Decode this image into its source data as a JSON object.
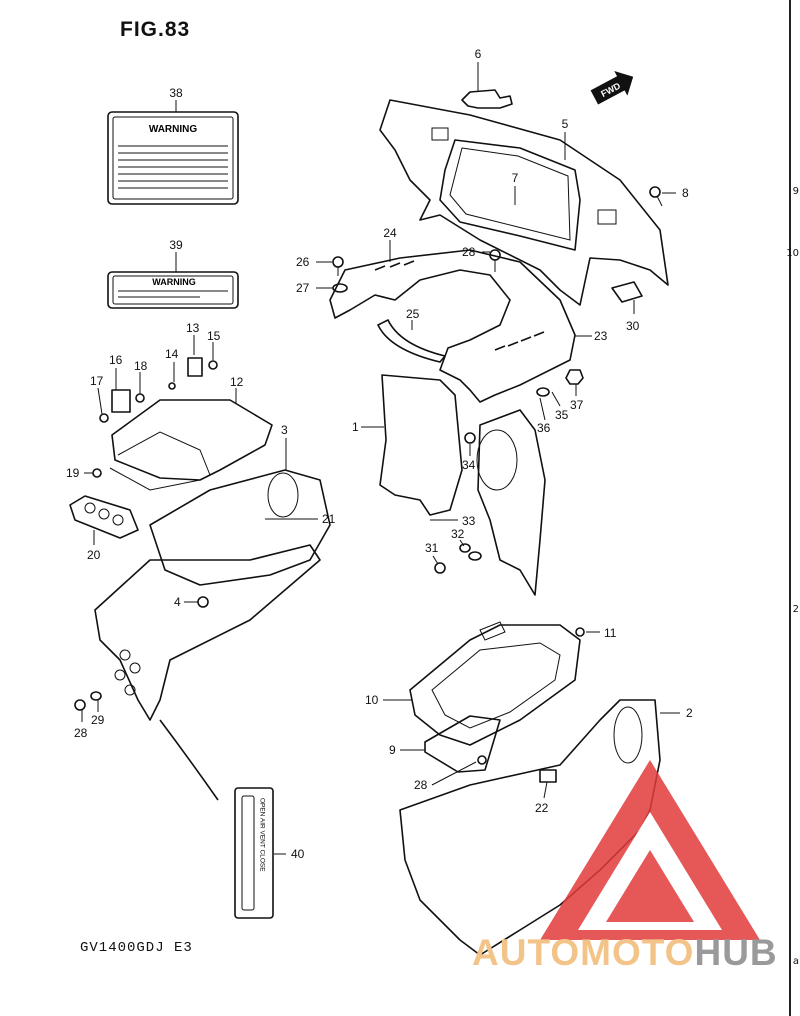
{
  "figure": {
    "title": "FIG.83",
    "model_code": "GV1400GDJ E3"
  },
  "labels": {
    "warning_large": "WARNING",
    "warning_small": "WARNING",
    "fwd_arrow": "FWD",
    "air_vent_text": "OPEN AIR VENT CLOSE"
  },
  "watermark": {
    "text_a": "AUTOMOTO",
    "text_b": "HUB",
    "color_a": "#f3c48a",
    "color_b": "#9a9a9a",
    "logo_color": "#e23b3b"
  },
  "edge_glyphs": [
    "9",
    "10",
    "2",
    "a"
  ],
  "parts": [
    {
      "id": "38",
      "label": "38"
    },
    {
      "id": "39",
      "label": "39"
    },
    {
      "id": "6",
      "label": "6"
    },
    {
      "id": "5",
      "label": "5"
    },
    {
      "id": "7",
      "label": "7"
    },
    {
      "id": "8",
      "label": "8"
    },
    {
      "id": "24",
      "label": "24"
    },
    {
      "id": "28a",
      "label": "28"
    },
    {
      "id": "26",
      "label": "26"
    },
    {
      "id": "27",
      "label": "27"
    },
    {
      "id": "30",
      "label": "30"
    },
    {
      "id": "25",
      "label": "25"
    },
    {
      "id": "23",
      "label": "23"
    },
    {
      "id": "13",
      "label": "13"
    },
    {
      "id": "15",
      "label": "15"
    },
    {
      "id": "16",
      "label": "16"
    },
    {
      "id": "18",
      "label": "18"
    },
    {
      "id": "14",
      "label": "14"
    },
    {
      "id": "17",
      "label": "17"
    },
    {
      "id": "12",
      "label": "12"
    },
    {
      "id": "1",
      "label": "1"
    },
    {
      "id": "35",
      "label": "35"
    },
    {
      "id": "37",
      "label": "37"
    },
    {
      "id": "36",
      "label": "36"
    },
    {
      "id": "3",
      "label": "3"
    },
    {
      "id": "34",
      "label": "34"
    },
    {
      "id": "19",
      "label": "19"
    },
    {
      "id": "21",
      "label": "21"
    },
    {
      "id": "33",
      "label": "33"
    },
    {
      "id": "20",
      "label": "20"
    },
    {
      "id": "32",
      "label": "32"
    },
    {
      "id": "31",
      "label": "31"
    },
    {
      "id": "4",
      "label": "4"
    },
    {
      "id": "11",
      "label": "11"
    },
    {
      "id": "10",
      "label": "10"
    },
    {
      "id": "2",
      "label": "2"
    },
    {
      "id": "29",
      "label": "29"
    },
    {
      "id": "28b",
      "label": "28"
    },
    {
      "id": "9",
      "label": "9"
    },
    {
      "id": "28c",
      "label": "28"
    },
    {
      "id": "22",
      "label": "22"
    },
    {
      "id": "40",
      "label": "40"
    }
  ]
}
